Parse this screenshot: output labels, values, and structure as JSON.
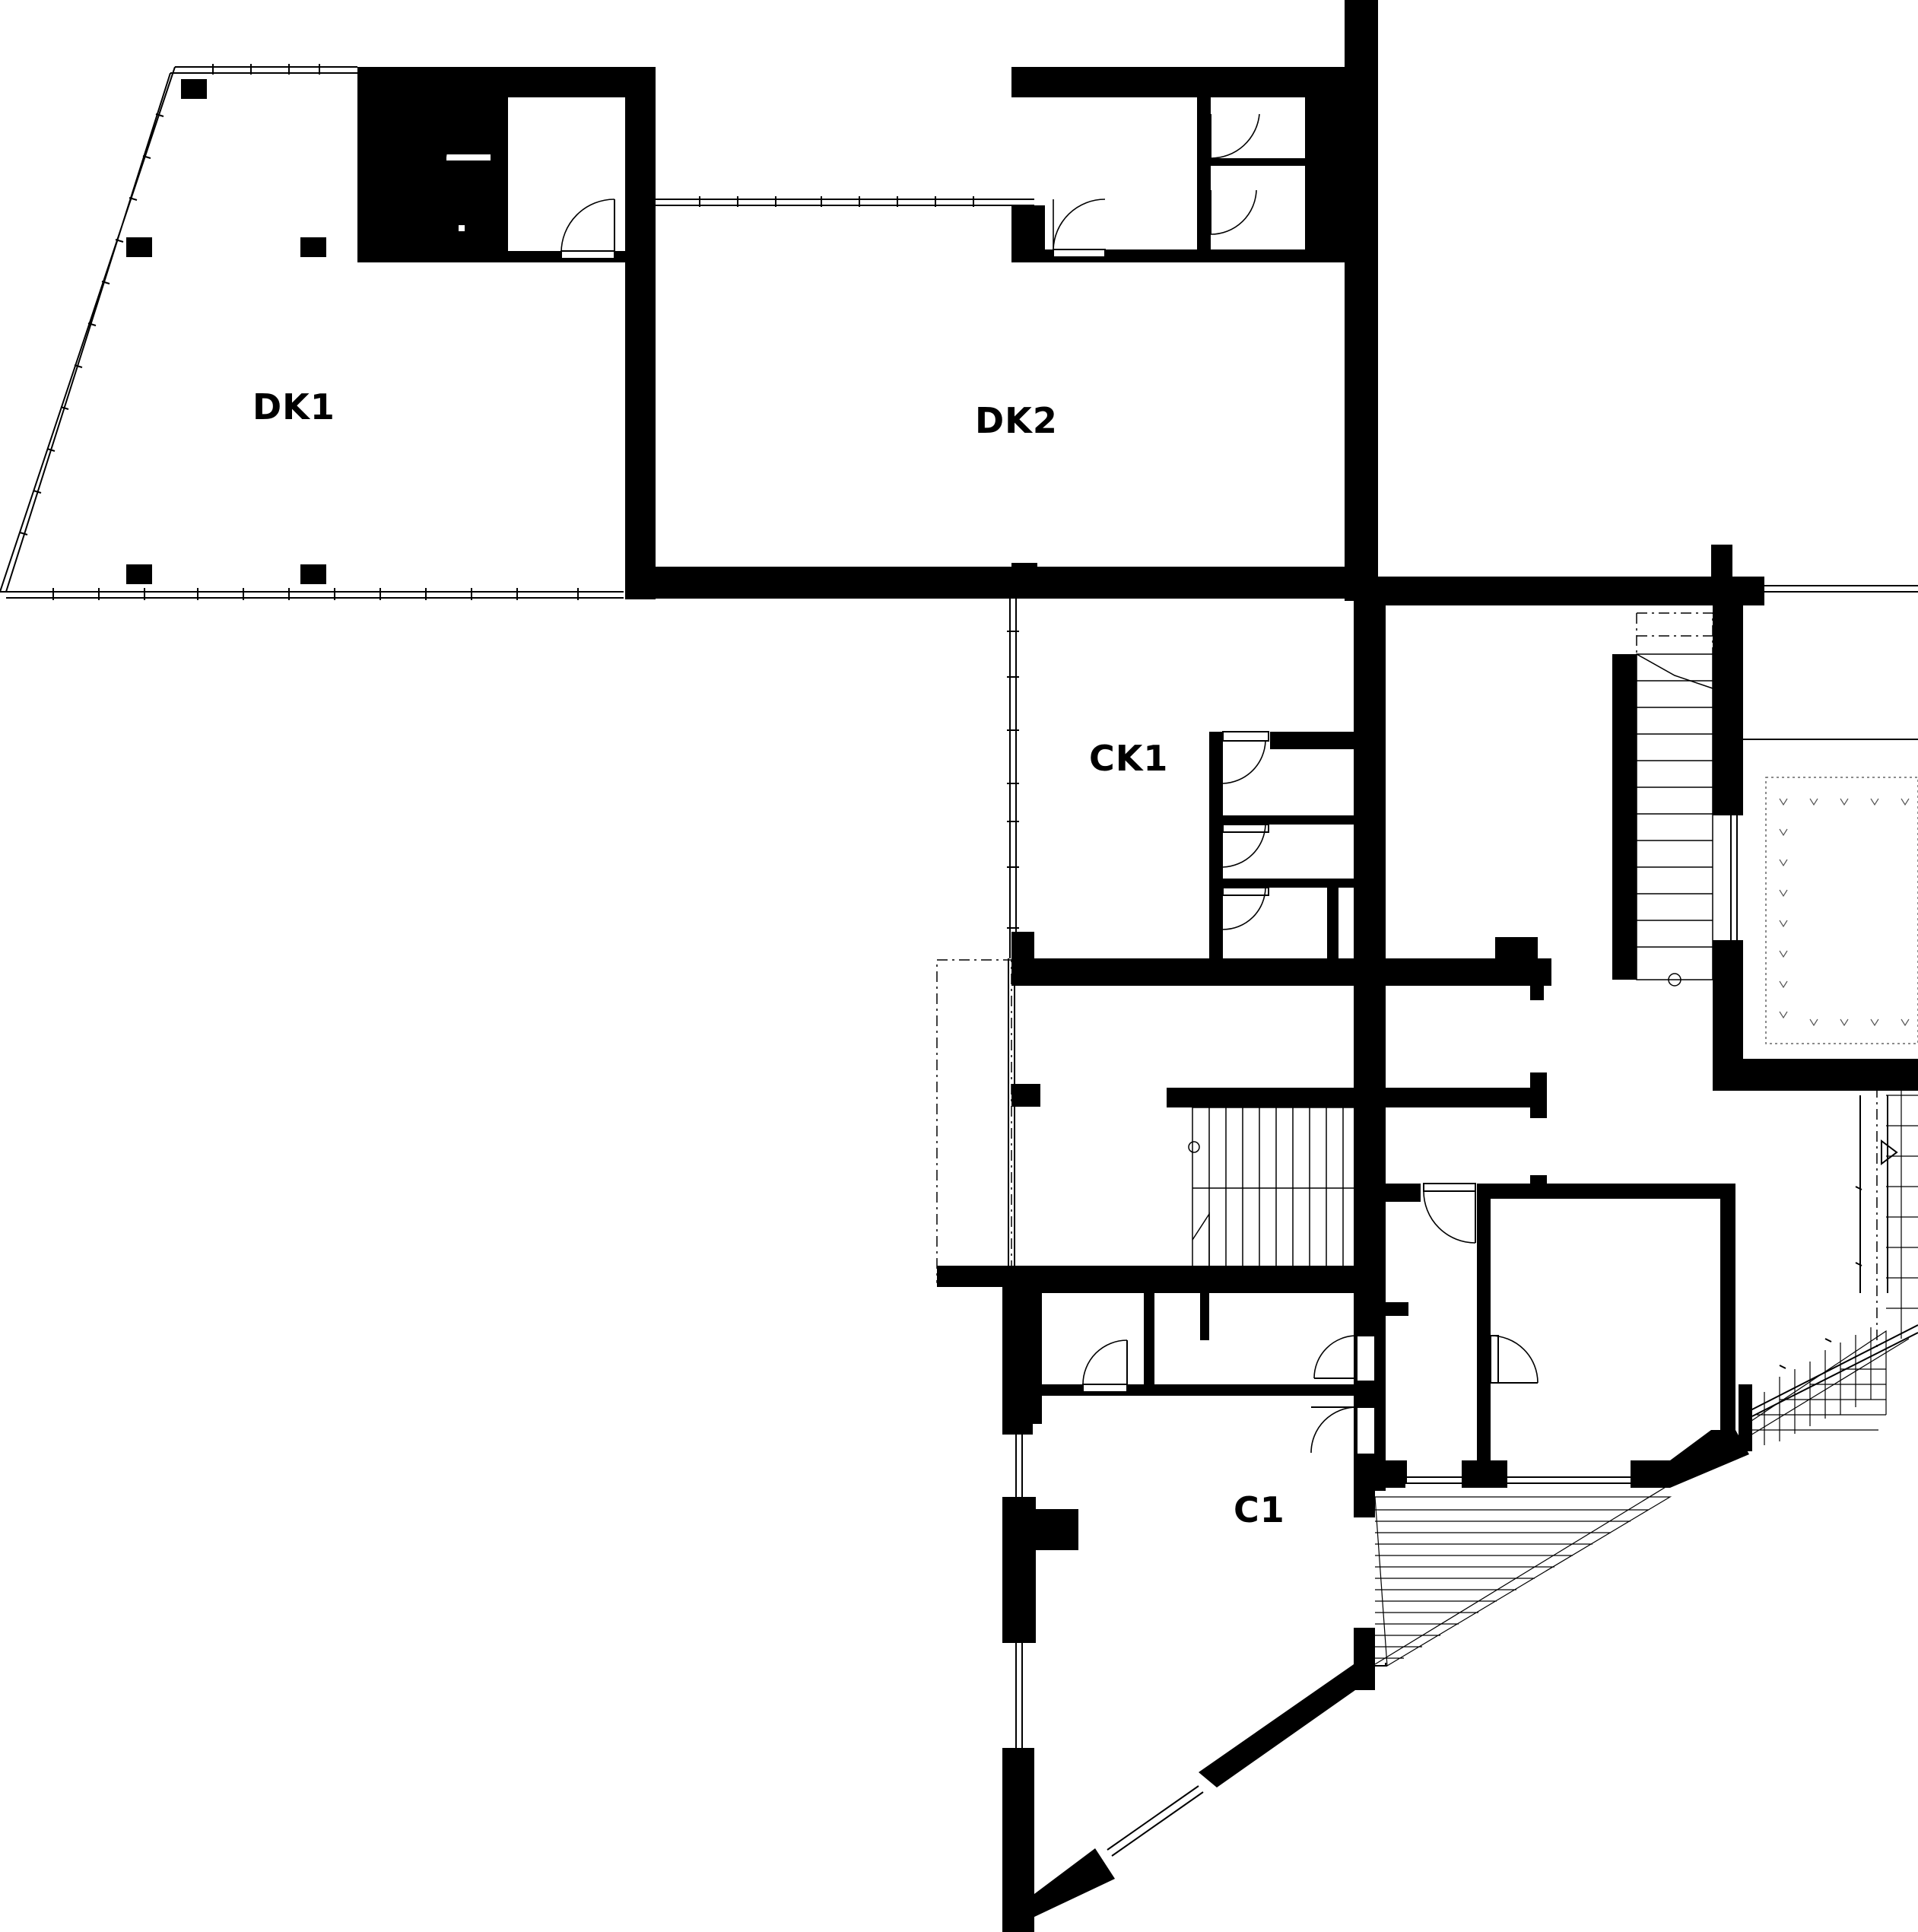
{
  "rooms": {
    "dk1": "DK1",
    "dk2": "DK2",
    "ck1": "CK1",
    "c1": "C1"
  },
  "colors": {
    "wall": "#000000",
    "background": "#ffffff"
  }
}
